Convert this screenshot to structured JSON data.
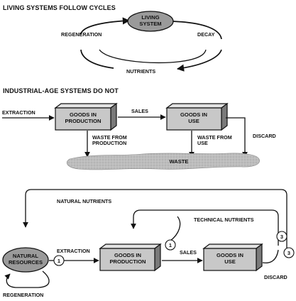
{
  "headings": {
    "living": "LIVING SYSTEMS FOLLOW CYCLES",
    "industrial": "INDUSTRIAL-AGE SYSTEMS DO NOT"
  },
  "cycle": {
    "center": "LIVING\nSYSTEM",
    "regeneration": "REGENERATION",
    "decay": "DECAY",
    "nutrients": "NUTRIENTS"
  },
  "linear": {
    "extraction": "EXTRACTION",
    "production_box": "GOODS IN\nPRODUCTION",
    "sales": "SALES",
    "use_box": "GOODS IN\nUSE",
    "waste_from_production": "WASTE FROM\nPRODUCTION",
    "waste_from_use": "WASTE FROM\nUSE",
    "discard": "DISCARD",
    "waste": "WASTE"
  },
  "circular": {
    "natural_nutrients": "NATURAL NUTRIENTS",
    "technical_nutrients": "TECHNICAL NUTRIENTS",
    "resources": "NATURAL\nRESOURCES",
    "extraction": "EXTRACTION",
    "production_box": "GOODS IN\nPRODUCTION",
    "sales": "SALES",
    "use_box": "GOODS IN\nUSE",
    "discard": "DISCARD",
    "regeneration": "REGENERATION",
    "marker_1": "1",
    "marker_3": "3"
  },
  "colors": {
    "ink": "#111111",
    "oval_fill": "#9a9a9a",
    "waste_fill": "#b0b0b0",
    "box_front": "#c8c8c8",
    "box_top": "#e2e2e2",
    "box_side": "#7a7a7a"
  }
}
